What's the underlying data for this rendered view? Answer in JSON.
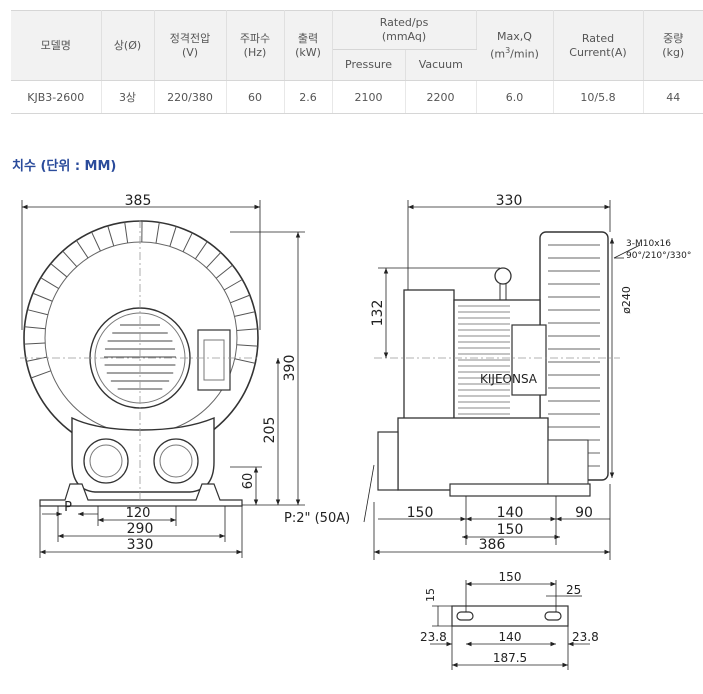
{
  "spec_table": {
    "headers": {
      "model": "모델명",
      "phase": "상(Ø)",
      "voltage": "정격전압",
      "voltage_unit": "(V)",
      "frequency": "주파수",
      "frequency_unit": "(Hz)",
      "output": "출력",
      "output_unit": "(kW)",
      "rated_ps": "Rated/ps",
      "rated_ps_unit": "(mmAq)",
      "pressure": "Pressure",
      "vacuum": "Vacuum",
      "maxq": "Max,Q",
      "maxq_unit_pre": "(m",
      "maxq_unit_sup": "3",
      "maxq_unit_post": "/min)",
      "rated_current": "Rated",
      "rated_current_unit": "Current(A)",
      "weight": "중량",
      "weight_unit": "(kg)"
    },
    "row": {
      "model": "KJB3-2600",
      "phase": "3상",
      "voltage": "220/380",
      "frequency": "60",
      "output": "2.6",
      "pressure": "2100",
      "vacuum": "2200",
      "maxq": "6.0",
      "rated_current": "10/5.8",
      "weight": "44"
    }
  },
  "section_title": "치수 (단위 : MM)",
  "drawing": {
    "front": {
      "width_top": "385",
      "height_total": "390",
      "height_center": "205",
      "base_height": "60",
      "p_label": "P",
      "dim_120": "120",
      "dim_290": "290",
      "dim_330": "330"
    },
    "side": {
      "width_top": "330",
      "height_132": "132",
      "brand": "KIJEONSA",
      "note_line1": "3-M10x16",
      "note_line2": "90°/210°/330°",
      "diameter": "ø240",
      "port_label": "P:2\" (50A)",
      "dim_150a": "150",
      "dim_140": "140",
      "dim_150b": "150",
      "dim_90": "90",
      "dim_386": "386"
    },
    "foot": {
      "dim_150": "150",
      "dim_25": "25",
      "dim_15": "15",
      "dim_238_left": "23.8",
      "dim_140": "140",
      "dim_238_right": "23.8",
      "dim_1875": "187.5"
    }
  }
}
